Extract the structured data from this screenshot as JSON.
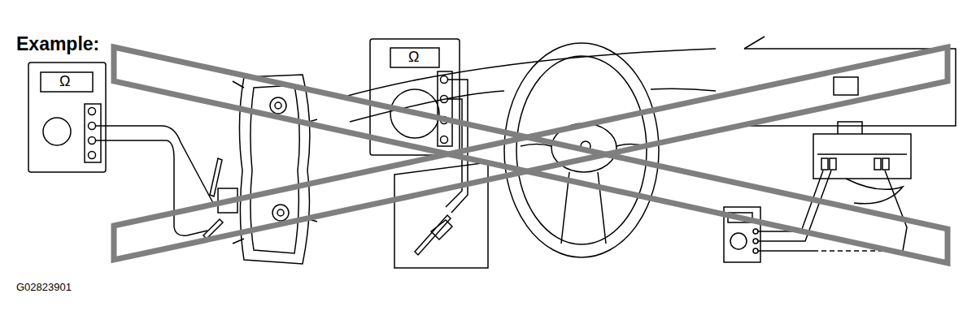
{
  "diagram": {
    "labels": [
      "Example:",
      "Ω",
      "Ω",
      "G02823901"
    ]
  }
}
